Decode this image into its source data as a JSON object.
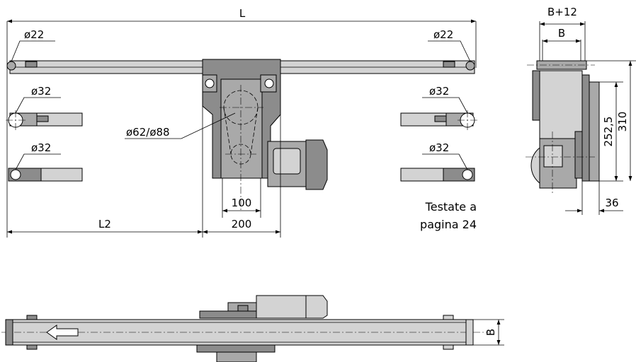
{
  "colors": {
    "dark": "#8c8c8c",
    "mid": "#a9a9a9",
    "light": "#d3d3d3",
    "line": "#000000"
  },
  "dimensions": {
    "L": "L",
    "L2": "L2",
    "d_end_idler": "ø22",
    "d_drive_roller": "ø62/ø88",
    "d_roller_a_left": "ø32",
    "d_roller_a_right": "ø32",
    "d_roller_b_left": "ø32",
    "d_roller_b_right": "ø32",
    "d_end_idler_right": "ø22",
    "w_100": "100",
    "w_200": "200",
    "B_plus_12": "B+12",
    "B_side": "B",
    "h_252": "252,5",
    "h_310": "310",
    "w_36": "36",
    "B_bottom": "B"
  },
  "note": {
    "line1": "Testate a",
    "line2": "pagina 24"
  },
  "icons": {
    "direction": "direction-arrow-icon"
  }
}
